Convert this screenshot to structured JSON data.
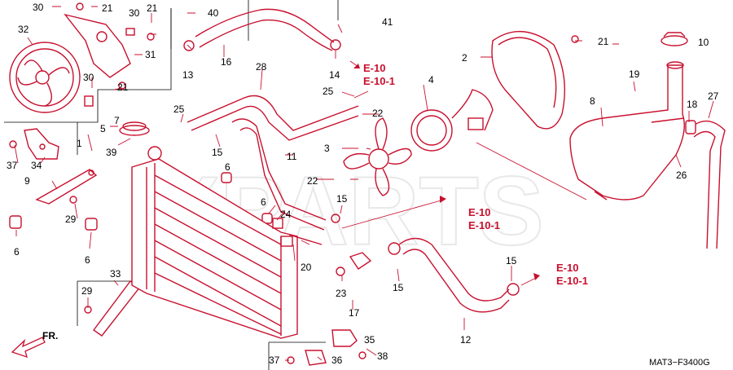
{
  "diagram": {
    "code": "MAT3−F3400G",
    "watermark": "XPARTS",
    "direction_label": "FR.",
    "ref_label_1": "E-10",
    "ref_label_2": "E-10-1",
    "part_labels": [
      "1",
      "2",
      "3",
      "4",
      "5",
      "6",
      "7",
      "8",
      "9",
      "10",
      "11",
      "12",
      "13",
      "14",
      "15",
      "16",
      "17",
      "18",
      "19",
      "20",
      "21",
      "22",
      "23",
      "24",
      "25",
      "26",
      "27",
      "28",
      "29",
      "30",
      "31",
      "32",
      "33",
      "34",
      "35",
      "36",
      "37",
      "38",
      "39",
      "40",
      "41"
    ],
    "colors": {
      "line": "#c8102e",
      "text": "#000000",
      "background": "#ffffff",
      "watermark": "#e8e8e8"
    }
  }
}
